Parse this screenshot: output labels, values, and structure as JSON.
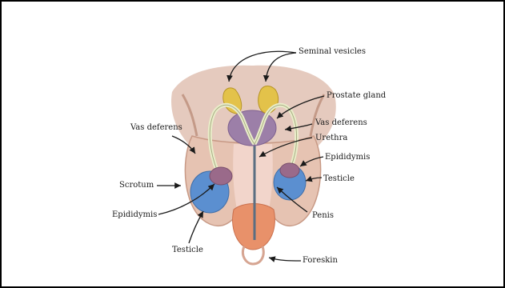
{
  "labels": {
    "seminal_vesicles": "Seminal vesicles",
    "prostate_gland": "Prostate gland",
    "vas_deferens_left": "Vas deferens",
    "vas_deferens_right": "Vas deferens",
    "urethra": "Urethra",
    "epididymis_right": "Epididymis",
    "testicle_right": "Testicle",
    "scrotum": "Scrotum",
    "epididymis_left": "Epididymis",
    "penis": "Penis",
    "testicle_left": "Testicle",
    "foreskin": "Foreskin"
  },
  "colors": {
    "skin": "#e8c9b8",
    "testicle": "#5b8fd0",
    "epididymis": "#9a6a8a",
    "prostate": "#9c7fa8",
    "seminal_vesicles": "#e3c24a",
    "glans": "#e8916a",
    "ducts": "#e9edc9"
  }
}
